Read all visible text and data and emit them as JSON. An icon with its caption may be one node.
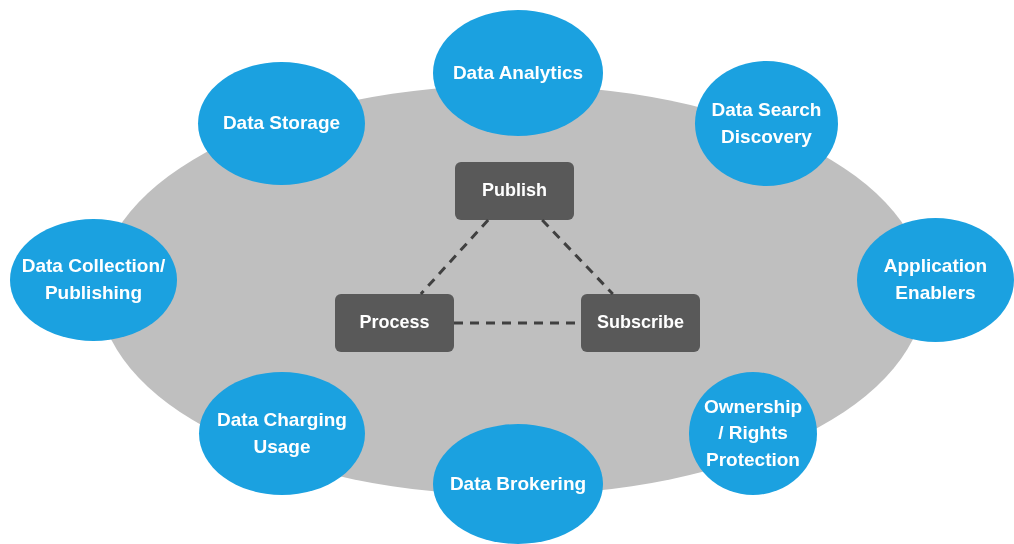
{
  "diagram": {
    "nodes": [
      {
        "text": [
          "Data Analytics"
        ]
      },
      {
        "text": [
          "Data Storage"
        ]
      },
      {
        "text": [
          "Data Search Discovery"
        ]
      },
      {
        "text": [
          "Publish"
        ]
      },
      {
        "text": [
          "Data Collection/ Publishing"
        ]
      },
      {
        "text": [
          "Application Enablers"
        ]
      },
      {
        "text": [
          "Process"
        ]
      },
      {
        "text": [
          "Subscribe"
        ]
      },
      {
        "text": [
          "Data Charging Usage"
        ]
      },
      {
        "text": [
          "Ownership / Rights Protection"
        ]
      },
      {
        "text": [
          "Data Brokering"
        ]
      }
    ],
    "edges": [
      {
        "from": 3,
        "to": 6,
        "arrow": "none",
        "style": "dashed"
      },
      {
        "from": 3,
        "to": 7,
        "arrow": "none",
        "style": "dashed"
      },
      {
        "from": 6,
        "to": 7,
        "arrow": "none",
        "style": "dashed"
      }
    ]
  }
}
